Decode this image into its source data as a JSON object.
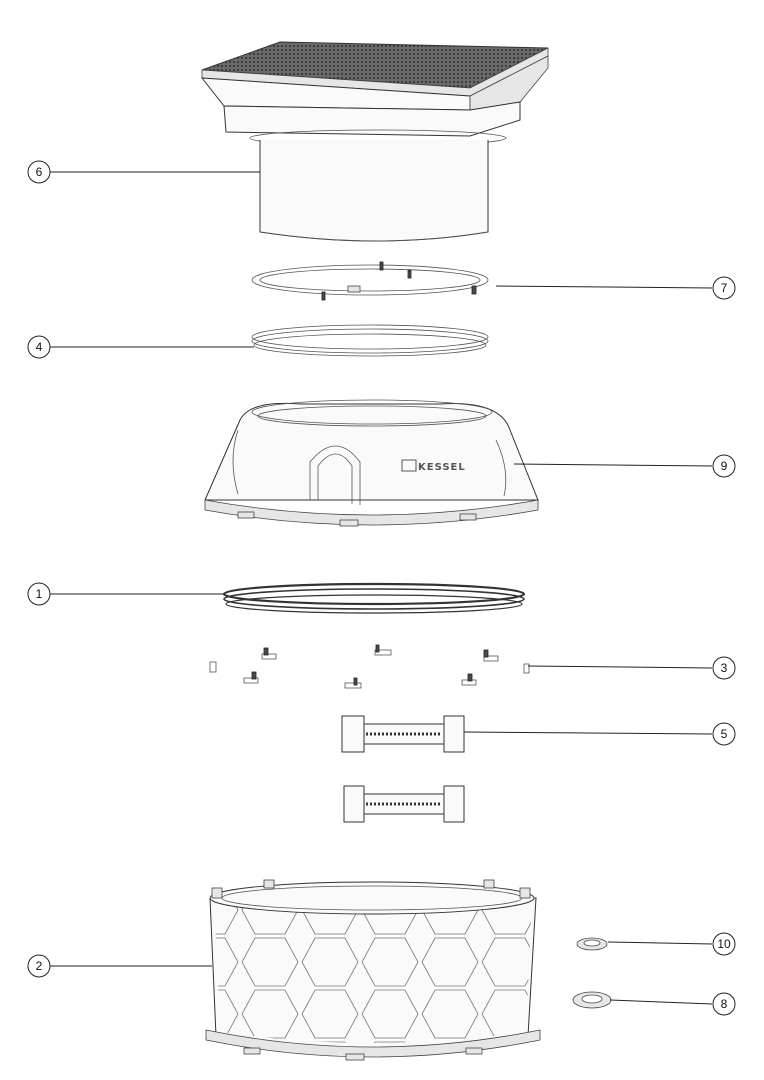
{
  "diagram": {
    "callouts": [
      {
        "id": "1",
        "label": "1",
        "part": "sealing-ring"
      },
      {
        "id": "2",
        "label": "2",
        "part": "base-body"
      },
      {
        "id": "3",
        "label": "3",
        "part": "fastening-pins"
      },
      {
        "id": "4",
        "label": "4",
        "part": "gasket-ring"
      },
      {
        "id": "5",
        "label": "5",
        "part": "connector-brace"
      },
      {
        "id": "6",
        "label": "6",
        "part": "cover-top-unit"
      },
      {
        "id": "7",
        "label": "7",
        "part": "clamp-ring"
      },
      {
        "id": "8",
        "label": "8",
        "part": "seal-large"
      },
      {
        "id": "9",
        "label": "9",
        "part": "dome-section"
      },
      {
        "id": "10",
        "label": "10",
        "part": "seal-small"
      }
    ],
    "brand": "KESSEL"
  },
  "colors": {
    "line": "#222222",
    "fill": "#fafafa",
    "shade": "#e6e6e6"
  }
}
